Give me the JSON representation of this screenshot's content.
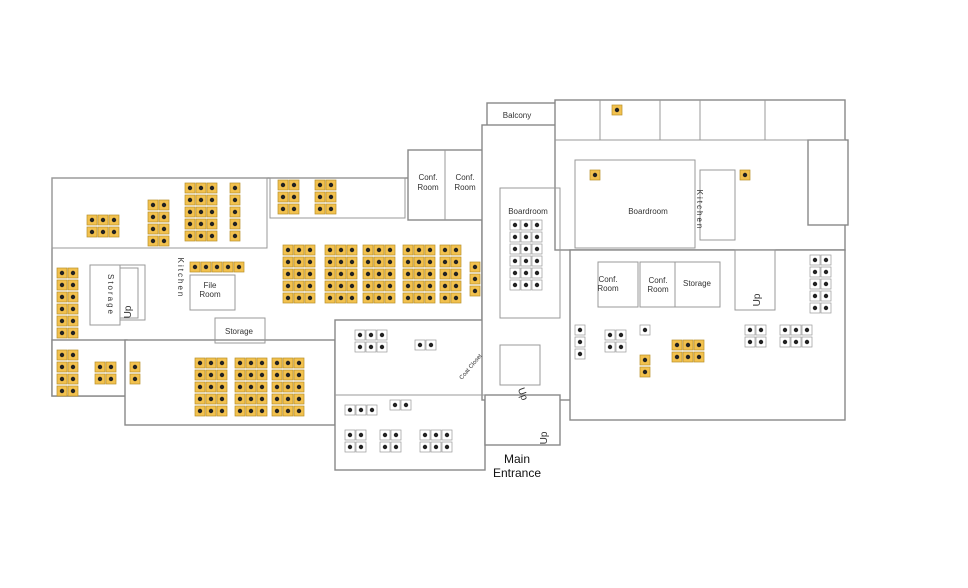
{
  "colors": {
    "wall": "#888888",
    "workstation": "#f2c14e",
    "workstation_outline": "#b8902a",
    "background": "#ffffff"
  },
  "labels": {
    "balcony": "Balcony",
    "conf_room_1": "Conf.",
    "conf_room_1b": "Room",
    "conf_room_2": "Conf.",
    "conf_room_2b": "Room",
    "boardroom_center": "Boardroom",
    "boardroom_right": "Boardroom",
    "conf_room_3": "Conf.",
    "conf_room_3b": "Room",
    "conf_room_4": "Conf.",
    "conf_room_4b": "Room",
    "storage_right": "Storage",
    "storage_left_vertical": "Storage",
    "kitchen_left": "Kitchen",
    "kitchen_right": "Kitchen",
    "file_room": "File",
    "file_room_b": "Room",
    "storage_lower": "Storage",
    "coat_closet": "Coat Closet",
    "up_1": "Up",
    "up_2": "Up",
    "up_3": "Up",
    "up_4": "Up",
    "main_entrance": "Main",
    "main_entrance_b": "Entrance"
  }
}
